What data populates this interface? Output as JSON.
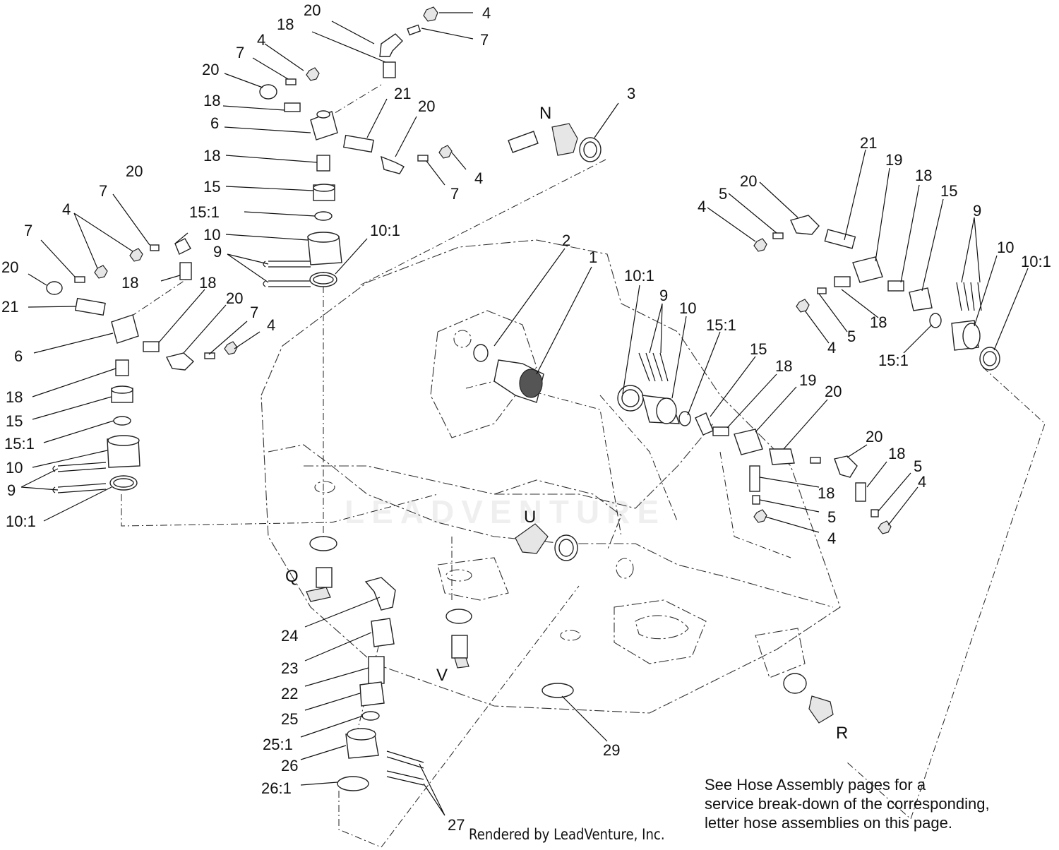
{
  "callouts": {
    "c20a": "20",
    "c4a": "4",
    "c18a": "18",
    "c7a": "7",
    "c7b": "7",
    "c4b": "4",
    "c20b": "20",
    "c18b": "18",
    "c6a": "6",
    "c21a": "21",
    "c20c": "20",
    "c7c": "7",
    "c4c": "4",
    "c18c": "18",
    "c15a": "15",
    "c151a": "15:1",
    "c10a": "10",
    "c9a": "9",
    "c101a": "10:1",
    "c3": "3",
    "c20d": "20",
    "c7d": "7",
    "c4d": "4",
    "c7e": "7",
    "c18d": "18",
    "c20e": "20",
    "c21b": "21",
    "c6b": "6",
    "c18e": "18",
    "c20f": "20",
    "c7f": "7",
    "c4e": "4",
    "c18f": "18",
    "c15b": "15",
    "c151b": "15:1",
    "c10b": "10",
    "c9b": "9",
    "c101b": "10:1",
    "c2": "2",
    "c1": "1",
    "c101c": "10:1",
    "c9c": "9",
    "c10c": "10",
    "c151c": "15:1",
    "c15c": "15",
    "c18g": "18",
    "c19a": "19",
    "c20g": "20",
    "c20h": "20",
    "c18h": "18",
    "c5a": "5",
    "c4f": "4",
    "c18i": "18",
    "c5b": "5",
    "c4g": "4",
    "c21c": "21",
    "c19b": "19",
    "c18j": "18",
    "c15d": "15",
    "c9d": "9",
    "c10d": "10",
    "c101d": "10:1",
    "c20i": "20",
    "c5c": "5",
    "c4h": "4",
    "c18k": "18",
    "c4i": "4",
    "c5d": "5",
    "c151d": "15:1",
    "c24": "24",
    "c23": "23",
    "c22": "22",
    "c25": "25",
    "c251": "25:1",
    "c26": "26",
    "c261": "26:1",
    "c27": "27",
    "c29": "29"
  },
  "hose_letters": {
    "N": "N",
    "U": "U",
    "Q": "Q",
    "V": "V",
    "R": "R"
  },
  "note": {
    "line1": "See Hose Assembly pages for a",
    "line2": "service break-down of the corresponding,",
    "line3": "letter hose assemblies on this page."
  },
  "credit": "Rendered by LeadVenture, Inc.",
  "watermark": "LEADVENTURE"
}
